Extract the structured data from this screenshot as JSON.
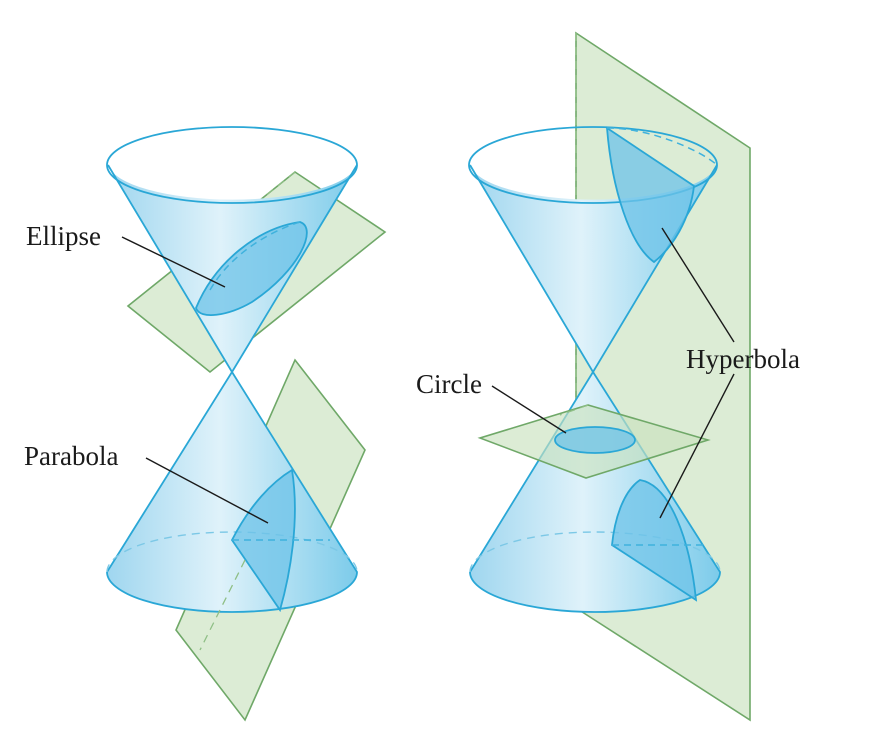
{
  "labels": {
    "ellipse": "Ellipse",
    "parabola": "Parabola",
    "circle": "Circle",
    "hyperbola": "Hyperbola"
  },
  "colors": {
    "cone": "#bfe3f2",
    "cone_edge": "#2aa7d6",
    "plane": "#c9e2bf",
    "plane_edge": "#6fa868",
    "section": "#6ec3e8"
  }
}
